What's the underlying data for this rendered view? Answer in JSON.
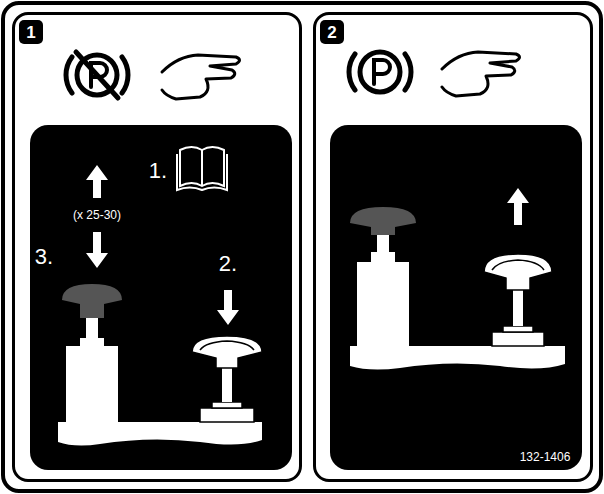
{
  "diagram": {
    "nodes": [
      {
        "text": [
          "1"
        ]
      },
      {
        "text": [
          "2"
        ]
      }
    ],
    "edges": [],
    "labels": [
      "1.",
      "(x 25-30)",
      "3.",
      "2.",
      "132-1406"
    ]
  }
}
